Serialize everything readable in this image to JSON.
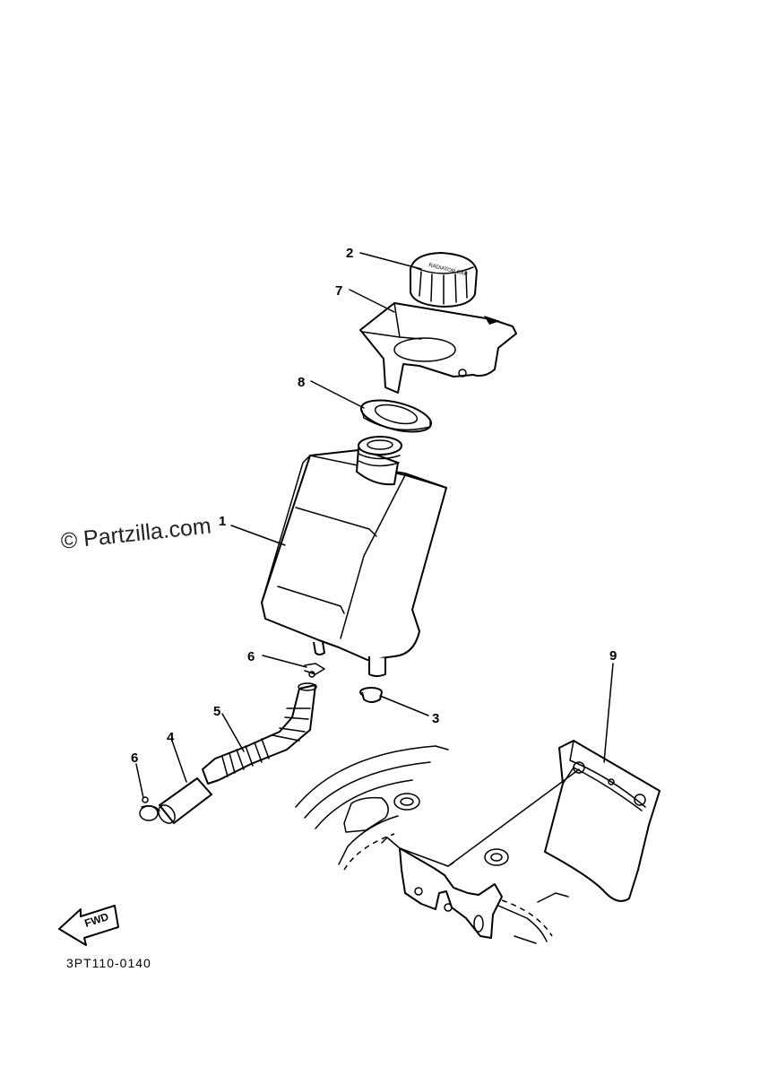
{
  "diagram": {
    "watermark": "© Partzilla.com",
    "drawing_code": "3PT110-0140",
    "fwd_label": "FWD",
    "callouts": [
      {
        "id": "label-1",
        "text": "1"
      },
      {
        "id": "label-2",
        "text": "2"
      },
      {
        "id": "label-3",
        "text": "3"
      },
      {
        "id": "label-4",
        "text": "4"
      },
      {
        "id": "label-5",
        "text": "5"
      },
      {
        "id": "label-6a",
        "text": "6"
      },
      {
        "id": "label-6b",
        "text": "6"
      },
      {
        "id": "label-7",
        "text": "7"
      },
      {
        "id": "label-8",
        "text": "8"
      },
      {
        "id": "label-9",
        "text": "9"
      }
    ],
    "cap_imprint": "RADIATOR CAP"
  }
}
